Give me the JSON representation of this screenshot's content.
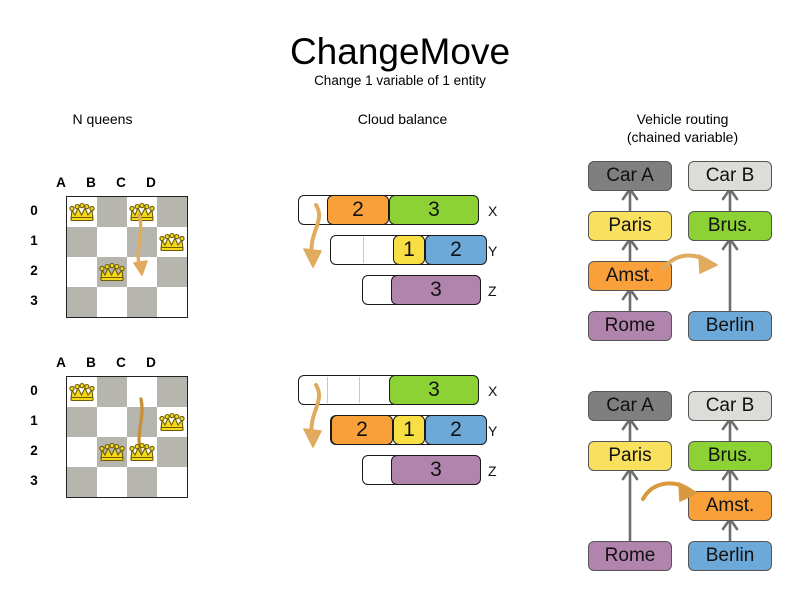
{
  "header": {
    "title": "ChangeMove",
    "subtitle": "Change 1 variable of 1 entity"
  },
  "sections": {
    "nqueens": {
      "heading": "N queens",
      "files": [
        "A",
        "B",
        "C",
        "D"
      ],
      "ranks": [
        "0",
        "1",
        "2",
        "3"
      ],
      "before": {
        "queens": [
          {
            "file": "A",
            "rank": "0"
          },
          {
            "file": "C",
            "rank": "0"
          },
          {
            "file": "D",
            "rank": "1"
          },
          {
            "file": "B",
            "rank": "2"
          }
        ],
        "move": {
          "from_file": "C",
          "from_rank": "0",
          "to_file": "C",
          "to_rank": "2"
        }
      },
      "after": {
        "queens": [
          {
            "file": "A",
            "rank": "0"
          },
          {
            "file": "D",
            "rank": "1"
          },
          {
            "file": "B",
            "rank": "2"
          },
          {
            "file": "C",
            "rank": "2"
          }
        ],
        "move": {
          "from_file": "C",
          "from_rank": "0",
          "to_file": "C",
          "to_rank": "2"
        }
      }
    },
    "cloudbalance": {
      "heading": "Cloud balance",
      "before": {
        "computers": [
          {
            "name": "X",
            "processes": [
              {
                "value": "2",
                "color": "#f9a03a"
              },
              {
                "value": "3",
                "color": "#8cd235"
              }
            ],
            "free_slots": 1
          },
          {
            "name": "Y",
            "processes": [
              {
                "value": "1",
                "color": "#f8e044"
              },
              {
                "value": "2",
                "color": "#6da9d8"
              }
            ],
            "free_slots": 2
          },
          {
            "name": "Z",
            "processes": [
              {
                "value": "3",
                "color": "#b184ad"
              }
            ],
            "free_slots": 1
          }
        ]
      },
      "after": {
        "computers": [
          {
            "name": "X",
            "processes": [
              {
                "value": "3",
                "color": "#8cd235"
              }
            ],
            "free_slots": 3
          },
          {
            "name": "Y",
            "processes": [
              {
                "value": "2",
                "color": "#f9a03a"
              },
              {
                "value": "1",
                "color": "#f8e044"
              },
              {
                "value": "2",
                "color": "#6da9d8"
              }
            ],
            "free_slots": 0
          },
          {
            "name": "Z",
            "processes": [
              {
                "value": "3",
                "color": "#b184ad"
              }
            ],
            "free_slots": 1
          }
        ]
      },
      "moved_process": "2"
    },
    "vehiclerouting": {
      "heading_line1": "Vehicle routing",
      "heading_line2": "(chained variable)",
      "before": {
        "chain_a": [
          "Car A",
          "Paris",
          "Amst.",
          "Rome"
        ],
        "chain_b": [
          "Car B",
          "Brus.",
          "Berlin"
        ]
      },
      "after": {
        "chain_a": [
          "Car A",
          "Paris",
          "Rome"
        ],
        "chain_b": [
          "Car B",
          "Brus.",
          "Amst.",
          "Berlin"
        ]
      },
      "moved_node": "Amst.",
      "node_colors": {
        "Car A": "#7f7f7f",
        "Car B": "#dcdcd8",
        "Paris": "#f9e15f",
        "Brus.": "#8cd235",
        "Amst.": "#f9a03a",
        "Rome": "#b184ad",
        "Berlin": "#6da9d8"
      }
    }
  },
  "colors": {
    "arrow": "#e0ab5e",
    "board_dark": "#b6b6ae",
    "board_light": "#ffffff",
    "queen_gold": "#f5d818",
    "link": "#6e6e6e"
  }
}
